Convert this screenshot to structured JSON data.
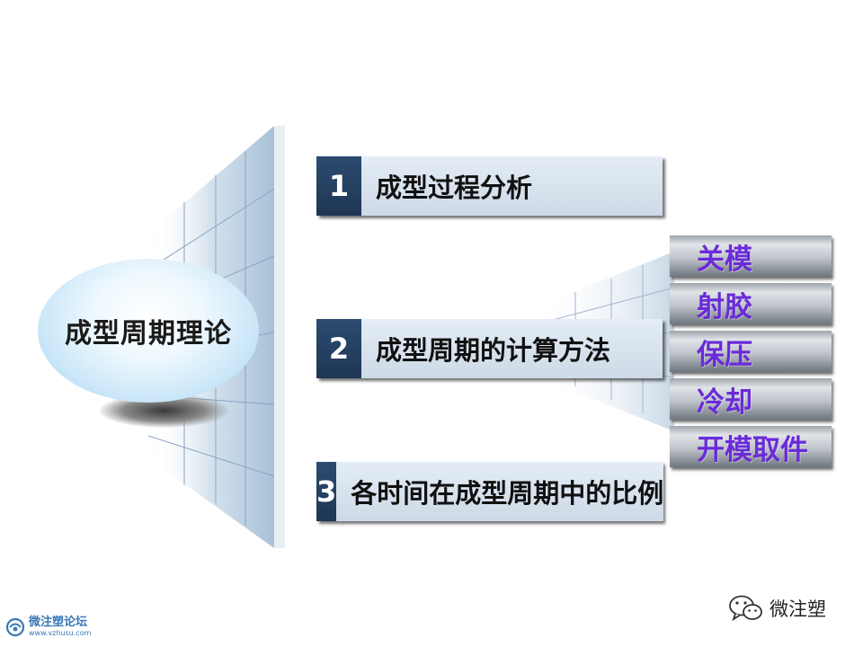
{
  "hub": {
    "label": "成型周期理论"
  },
  "rows": [
    {
      "number": "1",
      "label": "成型过程分析"
    },
    {
      "number": "2",
      "label": "成型周期的计算方法"
    },
    {
      "number": "3",
      "label": "各时间在成型周期中的比例"
    }
  ],
  "stages": [
    "关模",
    "射胶",
    "保压",
    "冷却",
    "开模取件"
  ],
  "footer": {
    "logo_name": "微注塑论坛",
    "logo_url": "www.vzhusu.com",
    "wechat_name": "微注塑"
  },
  "colors": {
    "number_box": "#1e3654",
    "label_box": "#dbe5f0",
    "stage_text": "#6a2bd9",
    "hub_fill": "#c9e6f8"
  }
}
